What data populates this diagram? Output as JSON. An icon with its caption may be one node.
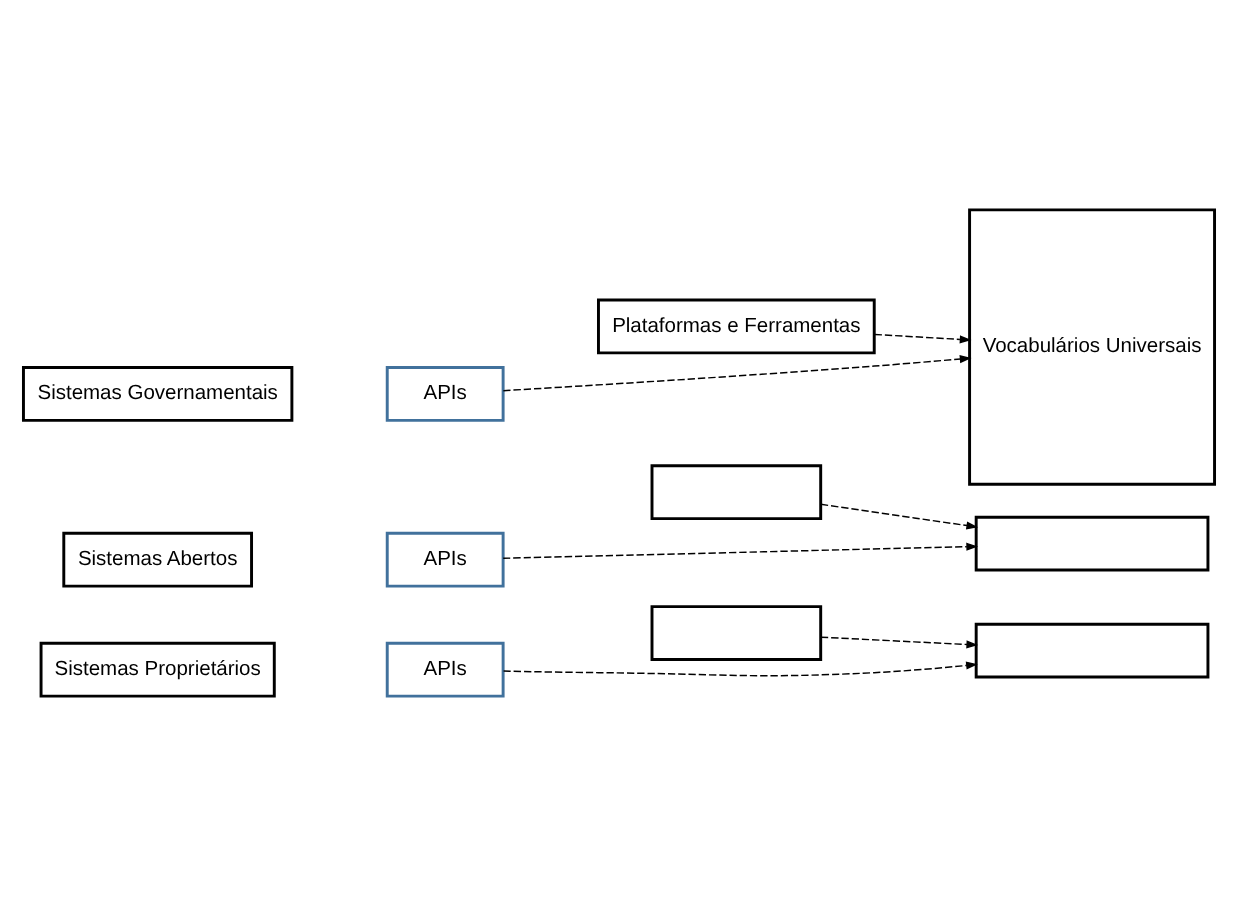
{
  "diagram": {
    "nodes": [
      {
        "text": [],
        "shape": "box"
      },
      {
        "text": [],
        "shape": "box"
      },
      {
        "text": [
          "Plataformas e Ferramentas"
        ]
      },
      {
        "text": [],
        "shape": "box"
      },
      {
        "text": [],
        "shape": "box"
      },
      {
        "text": [
          "Vocabulários Universais"
        ]
      },
      {
        "text": [
          "Sistemas Proprietários"
        ]
      },
      {
        "text": [
          "APIs"
        ]
      },
      {
        "text": [
          "Sistemas Abertos"
        ]
      },
      {
        "text": [
          "APIs"
        ]
      },
      {
        "text": [
          "Sistemas Governamentais"
        ]
      },
      {
        "text": [
          "APIs"
        ]
      }
    ],
    "edges": [
      {
        "from": 0,
        "to": 3,
        "arrow": "to",
        "style": "dashed"
      },
      {
        "from": 1,
        "to": 4,
        "arrow": "to",
        "style": "dashed"
      },
      {
        "from": 2,
        "to": 5,
        "arrow": "to",
        "style": "dashed"
      },
      {
        "from": 7,
        "to": 3,
        "arrow": "to",
        "style": "dashed"
      },
      {
        "from": 9,
        "to": 4,
        "arrow": "to",
        "style": "dashed"
      },
      {
        "from": 11,
        "to": 5,
        "arrow": "to",
        "style": "dashed"
      }
    ]
  }
}
